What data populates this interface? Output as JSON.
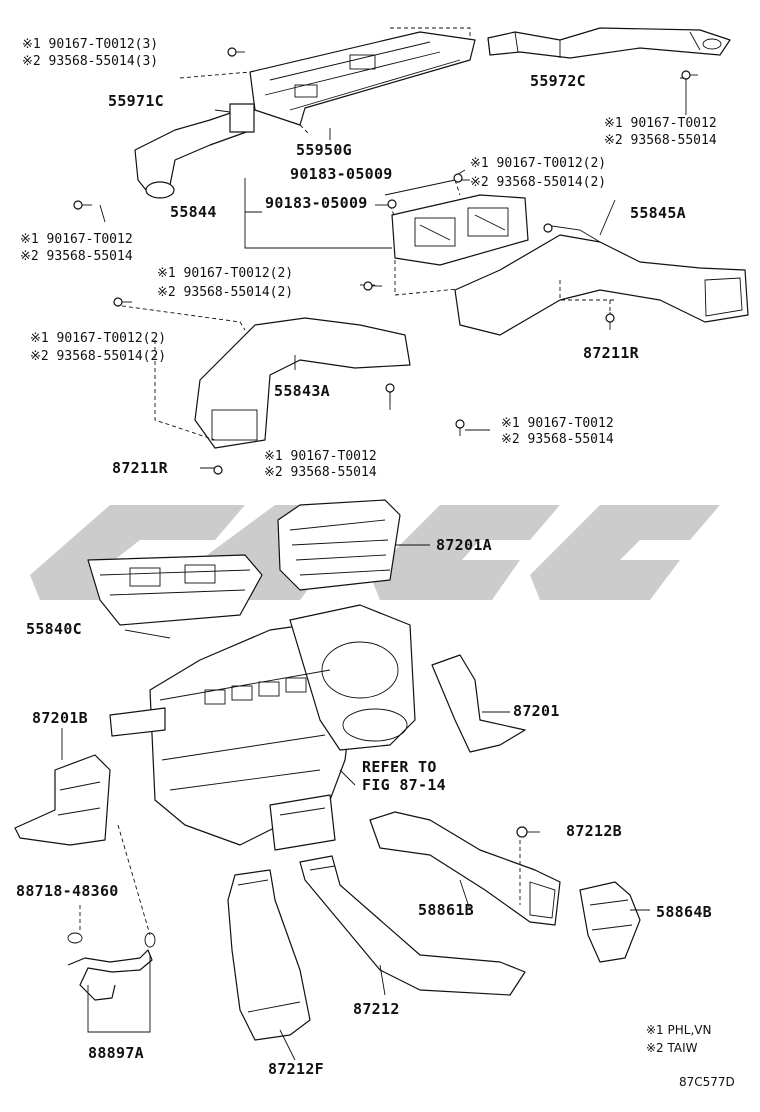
{
  "labels": {
    "c55972C": "55972C",
    "c55971C": "55971C",
    "c55950G": "55950G",
    "c55844": "55844",
    "c55845A": "55845A",
    "c55843A": "55843A",
    "c87211R_right": "87211R",
    "c87211R_left": "87211R",
    "c87201A": "87201A",
    "c55840C": "55840C",
    "c87201B": "87201B",
    "c87201": "87201",
    "c87212B": "87212B",
    "c58861B": "58861B",
    "c58864B": "58864B",
    "c87212": "87212",
    "c87212F": "87212F",
    "c88718": "88718-48360",
    "c88897A": "88897A",
    "c90183_a": "90183-05009",
    "c90183_b": "90183-05009",
    "refer_line1": "REFER TO",
    "refer_line2": "FIG 87-14"
  },
  "notes": {
    "tl_1": "※1 90167-T0012(3)",
    "tl_2": "※2 93568-55014(3)",
    "tr_1": "※1 90167-T0012",
    "tr_2": "※2 93568-55014",
    "l1_1": "※1 90167-T0012",
    "l1_2": "※2 93568-55014",
    "m1_1": "※1 90167-T0012(2)",
    "m1_2": "※2 93568-55014(2)",
    "m2_1": "※1 90167-T0012(2)",
    "m2_2": "※2 93568-55014(2)",
    "l2_1": "※1 90167-T0012(2)",
    "l2_2": "※2 93568-55014(2)",
    "b1_1": "※1 90167-T0012",
    "b1_2": "※2 93568-55014",
    "r1_1": "※1 90167-T0012",
    "r1_2": "※2 93568-55014"
  },
  "legend": {
    "line1": "※1 PHL,VN",
    "line2": "※2 TAIW"
  },
  "figure_code": "87C577D"
}
